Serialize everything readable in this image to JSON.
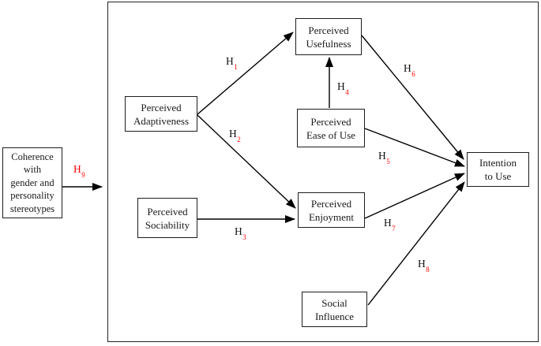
{
  "diagram": {
    "type": "path-model",
    "background": "#ffffff",
    "colors": {
      "line": "#000000",
      "box_border": "#1d1d1d",
      "text": "#1a1a1a",
      "hypothesis_subscript_red": "#ff0000"
    },
    "nodes": {
      "coherence": {
        "lines": [
          "Coherence",
          "with",
          "gender and",
          "personality",
          "stereotypes"
        ]
      },
      "adaptiveness": {
        "lines": [
          "Perceived",
          "Adaptiveness"
        ]
      },
      "usefulness": {
        "lines": [
          "Perceived",
          "Usefulness"
        ]
      },
      "ease_of_use": {
        "lines": [
          "Perceived",
          "Ease of Use"
        ]
      },
      "sociability": {
        "lines": [
          "Perceived",
          "Sociability"
        ]
      },
      "enjoyment": {
        "lines": [
          "Perceived",
          "Enjoyment"
        ]
      },
      "social_influence": {
        "lines": [
          "Social",
          "Influence"
        ]
      },
      "intention": {
        "lines": [
          "Intention",
          "to Use"
        ]
      }
    },
    "hypotheses": [
      {
        "id": "H1",
        "h": "H",
        "sub": "1",
        "red_full": false
      },
      {
        "id": "H2",
        "h": "H",
        "sub": "2",
        "red_full": false
      },
      {
        "id": "H3",
        "h": "H",
        "sub": "3",
        "red_full": false
      },
      {
        "id": "H4",
        "h": "H",
        "sub": "4",
        "red_full": false
      },
      {
        "id": "H5",
        "h": "H",
        "sub": "5",
        "red_full": false
      },
      {
        "id": "H6",
        "h": "H",
        "sub": "6",
        "red_full": false
      },
      {
        "id": "H7",
        "h": "H",
        "sub": "7",
        "red_full": false
      },
      {
        "id": "H8",
        "h": "H",
        "sub": "8",
        "red_full": false
      },
      {
        "id": "H9",
        "h": "H",
        "sub": "9",
        "red_full": true
      }
    ],
    "edges": [
      {
        "hypothesis": "H1",
        "from": "Perceived Adaptiveness",
        "to": "Perceived Usefulness"
      },
      {
        "hypothesis": "H2",
        "from": "Perceived Adaptiveness",
        "to": "Perceived Enjoyment"
      },
      {
        "hypothesis": "H3",
        "from": "Perceived Sociability",
        "to": "Perceived Enjoyment"
      },
      {
        "hypothesis": "H4",
        "from": "Perceived Ease of Use",
        "to": "Perceived Usefulness"
      },
      {
        "hypothesis": "H5",
        "from": "Perceived Ease of Use",
        "to": "Intention to Use"
      },
      {
        "hypothesis": "H6",
        "from": "Perceived Usefulness",
        "to": "Intention to Use"
      },
      {
        "hypothesis": "H7",
        "from": "Perceived Enjoyment",
        "to": "Intention to Use"
      },
      {
        "hypothesis": "H8",
        "from": "Social Influence",
        "to": "Intention to Use"
      },
      {
        "hypothesis": "H9",
        "from": "Coherence with gender and personality stereotypes",
        "to": "Model frame"
      }
    ]
  }
}
